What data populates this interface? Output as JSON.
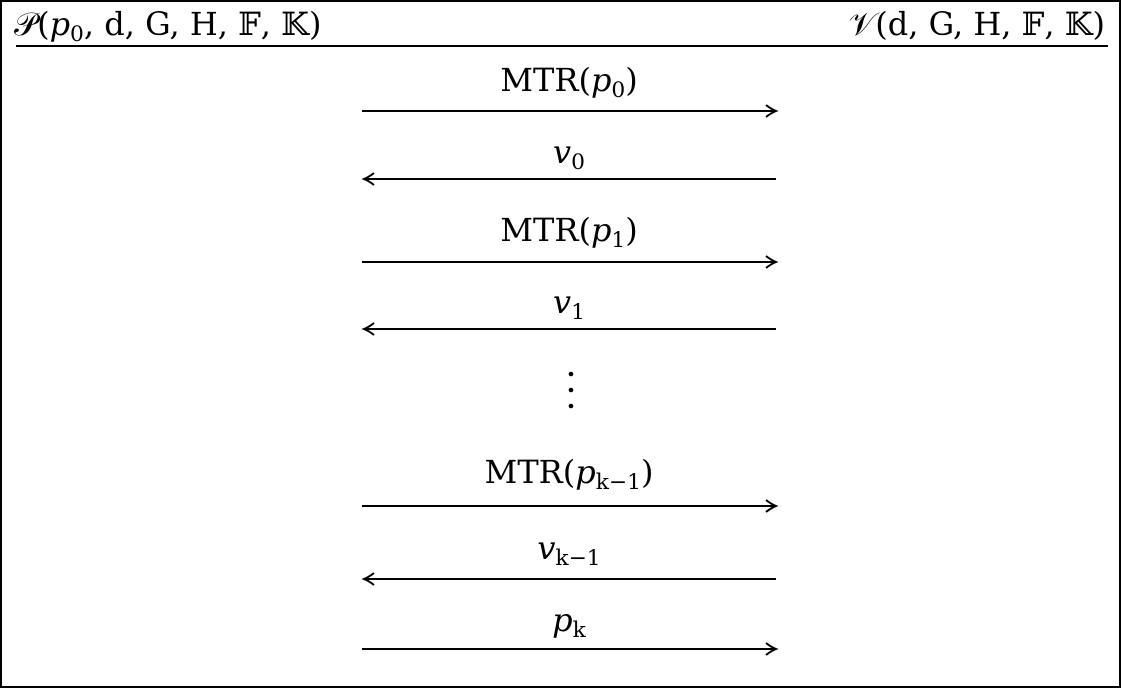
{
  "prover": {
    "symbol": "𝒫",
    "open": "(",
    "p": "p",
    "p_sub": "0",
    "args_tail": ", d, G, H, 𝔽, 𝕂)"
  },
  "verifier": {
    "label": "𝒱(d, G, H, 𝔽, 𝕂)"
  },
  "messages": [
    {
      "direction": "right",
      "prefix": "MTR(",
      "var": "p",
      "sub": "0",
      "suffix": ")"
    },
    {
      "direction": "left",
      "prefix": "",
      "var": "v",
      "sub": "0",
      "suffix": ""
    },
    {
      "direction": "right",
      "prefix": "MTR(",
      "var": "p",
      "sub": "1",
      "suffix": ")"
    },
    {
      "direction": "left",
      "prefix": "",
      "var": "v",
      "sub": "1",
      "suffix": ""
    },
    {
      "direction": "right",
      "prefix": "MTR(",
      "var": "p",
      "sub": "k−1",
      "suffix": ")"
    },
    {
      "direction": "left",
      "prefix": "",
      "var": "v",
      "sub": "k−1",
      "suffix": ""
    },
    {
      "direction": "right",
      "prefix": "",
      "var": "p",
      "sub": "k",
      "suffix": ""
    }
  ],
  "ellipsis": "vertical-dots"
}
